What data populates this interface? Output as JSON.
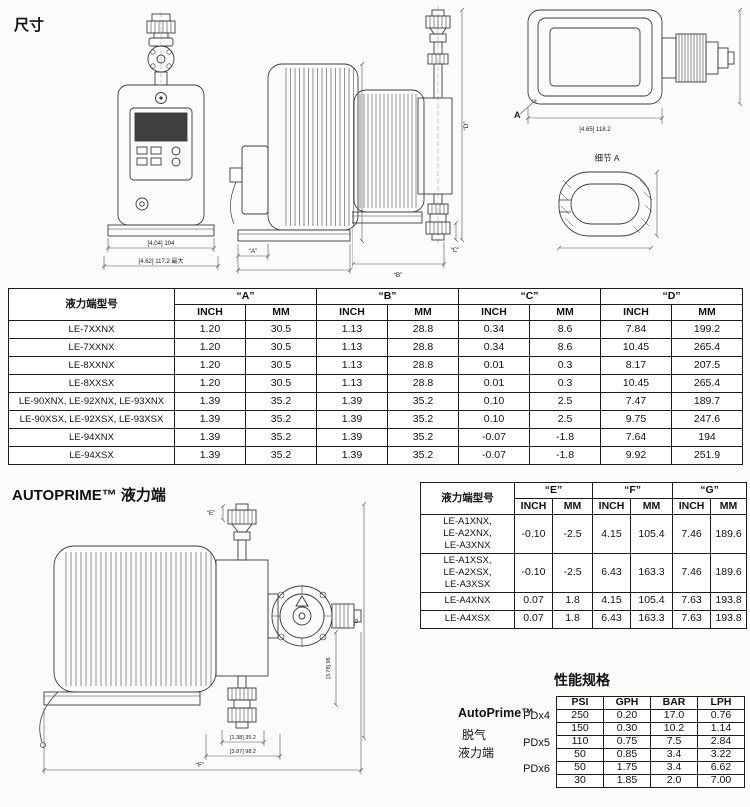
{
  "page": {
    "title": "尺寸"
  },
  "drawings": {
    "front": {
      "dim1": "[4.04] 104",
      "dim2": "[4.62] 117.2 最大"
    },
    "side": {
      "dim_a": "“A”"
    },
    "side_valve": {
      "dim_b": "“B”",
      "dim_c": "“C”",
      "dim_d": "“D”"
    },
    "top": {
      "callout_a": "A",
      "dim_width": "[4.65] 118.2"
    },
    "detail": {
      "label": "细节 A"
    },
    "autoprime": {
      "dim_e": "“E”",
      "dim_f": "“F”",
      "dim_g": "“G”",
      "dim1": "[1.38] 35.2",
      "dim2": "[3.87] 98.2",
      "dim3": "[3.78] 96"
    }
  },
  "main_table": {
    "model_header": "液力端型号",
    "groups": [
      "“A”",
      "“B”",
      "“C”",
      "“D”"
    ],
    "subheaders": [
      "INCH",
      "MM"
    ],
    "rows": [
      {
        "model": [
          "LE-7XXNX"
        ],
        "values": [
          "1.20",
          "30.5",
          "1.13",
          "28.8",
          "0.34",
          "8.6",
          "7.84",
          "199.2"
        ]
      },
      {
        "model": [
          "LE-7XXNX"
        ],
        "values": [
          "1.20",
          "30.5",
          "1.13",
          "28.8",
          "0.34",
          "8.6",
          "10.45",
          "265.4"
        ]
      },
      {
        "model": [
          "LE-8XXNX"
        ],
        "values": [
          "1.20",
          "30.5",
          "1.13",
          "28.8",
          "0.01",
          "0.3",
          "8.17",
          "207.5"
        ]
      },
      {
        "model": [
          "LE-8XXSX"
        ],
        "values": [
          "1.20",
          "30.5",
          "1.13",
          "28.8",
          "0.01",
          "0.3",
          "10.45",
          "265.4"
        ]
      },
      {
        "model": [
          "LE-90XNX, LE-92XNX, LE-93XNX"
        ],
        "values": [
          "1.39",
          "35.2",
          "1.39",
          "35.2",
          "0.10",
          "2.5",
          "7.47",
          "189.7"
        ]
      },
      {
        "model": [
          "LE-90XSX, LE-92XSX, LE-93XSX"
        ],
        "values": [
          "1.39",
          "35.2",
          "1.39",
          "35.2",
          "0.10",
          "2.5",
          "9.75",
          "247.6"
        ]
      },
      {
        "model": [
          "LE-94XNX"
        ],
        "values": [
          "1.39",
          "35.2",
          "1.39",
          "35.2",
          "-0.07",
          "-1.8",
          "7.64",
          "194"
        ]
      },
      {
        "model": [
          "LE-94XSX"
        ],
        "values": [
          "1.39",
          "35.2",
          "1.39",
          "35.2",
          "-0.07",
          "-1.8",
          "9.92",
          "251.9"
        ]
      }
    ]
  },
  "autoprime_section": {
    "title": "AUTOPRIME™ 液力端"
  },
  "autoprime_table": {
    "model_header": "液力端型号",
    "groups": [
      "“E”",
      "“F”",
      "“G”"
    ],
    "subheaders": [
      "INCH",
      "MM"
    ],
    "rows": [
      {
        "model": [
          "LE-A1XNX,",
          "LE-A2XNX,",
          "LE-A3XNX"
        ],
        "values": [
          "-0.10",
          "-2.5",
          "4.15",
          "105.4",
          "7.46",
          "189.6"
        ]
      },
      {
        "model": [
          "LE-A1XSX,",
          "LE-A2XSX,",
          "LE-A3XSX"
        ],
        "values": [
          "-0.10",
          "-2.5",
          "6.43",
          "163.3",
          "7.46",
          "189.6"
        ]
      },
      {
        "model": [
          "LE-A4XNX"
        ],
        "values": [
          "0.07",
          "1.8",
          "4.15",
          "105.4",
          "7.63",
          "193.8"
        ]
      },
      {
        "model": [
          "LE-A4XSX"
        ],
        "values": [
          "0.07",
          "1.8",
          "6.43",
          "163.3",
          "7.63",
          "193.8"
        ]
      }
    ]
  },
  "performance": {
    "title": "性能规格",
    "side_label": [
      "AutoPrime™",
      "脱气",
      "液力端"
    ],
    "groups": [
      "PDx4",
      "PDx5",
      "PDx6"
    ],
    "headers": [
      "PSI",
      "GPH",
      "BAR",
      "LPH"
    ],
    "rows": [
      [
        "250",
        "0.20",
        "17.0",
        "0.76"
      ],
      [
        "150",
        "0.30",
        "10.2",
        "1.14"
      ],
      [
        "110",
        "0.75",
        "7.5",
        "2.84"
      ],
      [
        "50",
        "0.85",
        "3.4",
        "3.22"
      ],
      [
        "50",
        "1.75",
        "3.4",
        "6.62"
      ],
      [
        "30",
        "1.85",
        "2.0",
        "7.00"
      ]
    ]
  }
}
